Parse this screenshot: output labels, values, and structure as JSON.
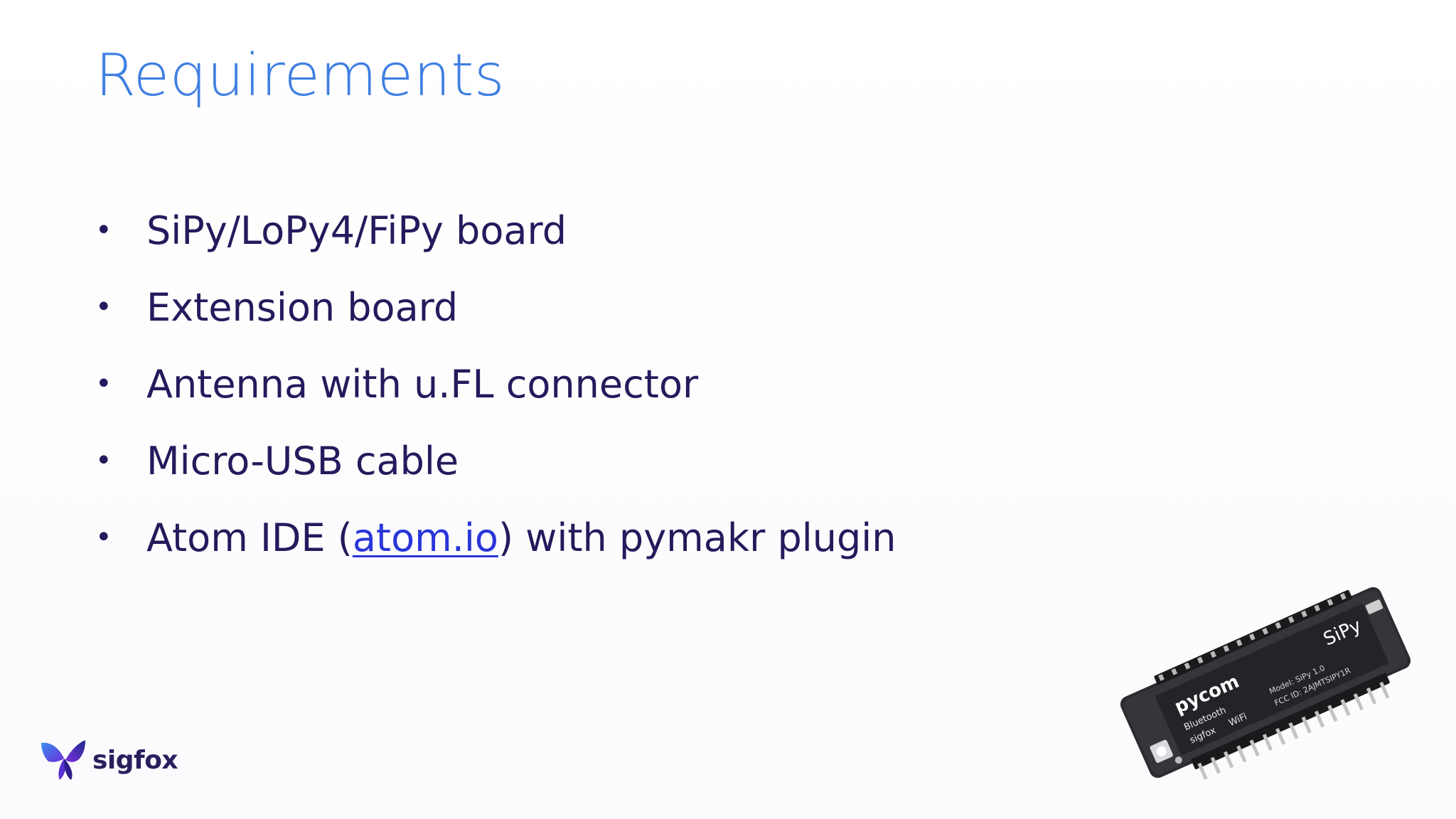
{
  "slide": {
    "title": "Requirements",
    "bullets": [
      {
        "before": "SiPy/LoPy4/FiPy board",
        "link": "",
        "after": ""
      },
      {
        "before": "Extension board",
        "link": "",
        "after": ""
      },
      {
        "before": "Antenna with u.FL connector",
        "link": "",
        "after": ""
      },
      {
        "before": "Micro-USB cable",
        "link": "",
        "after": ""
      },
      {
        "before": "Atom IDE (",
        "link": "atom.io",
        "after": ") with pymakr plugin"
      }
    ],
    "bullet_symbol": "•"
  },
  "logo": {
    "text": "sigfox",
    "icon": "sigfox-butterfly-icon"
  },
  "board_image": {
    "icon": "pycom-sipy-board-image",
    "brand": "pycom",
    "label_bluetooth": "Bluetooth",
    "label_sigfox": "sigfox",
    "label_wifi": "WiFi",
    "model": "Model: SiPy 1.0",
    "fcc": "FCC ID: 2AJMTSIPY1R",
    "badge": "SiPy"
  },
  "colors": {
    "title": "#3f7fe2",
    "body_text": "#231b5c",
    "link": "#2a36d8",
    "logo_text": "#2a1f5e"
  }
}
